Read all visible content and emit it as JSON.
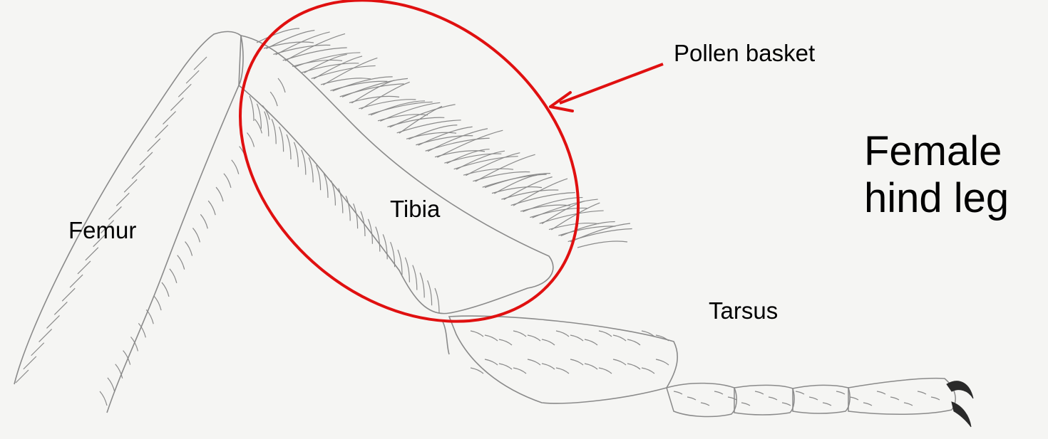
{
  "title_lines": [
    "Female",
    "hind leg"
  ],
  "labels": {
    "femur": "Femur",
    "tibia": "Tibia",
    "tarsus": "Tarsus",
    "pollen_basket": "Pollen basket"
  },
  "colors": {
    "background": "#f5f5f3",
    "drawing_line": "#8a8a8a",
    "highlight": "#e01010",
    "text": "#000000"
  }
}
